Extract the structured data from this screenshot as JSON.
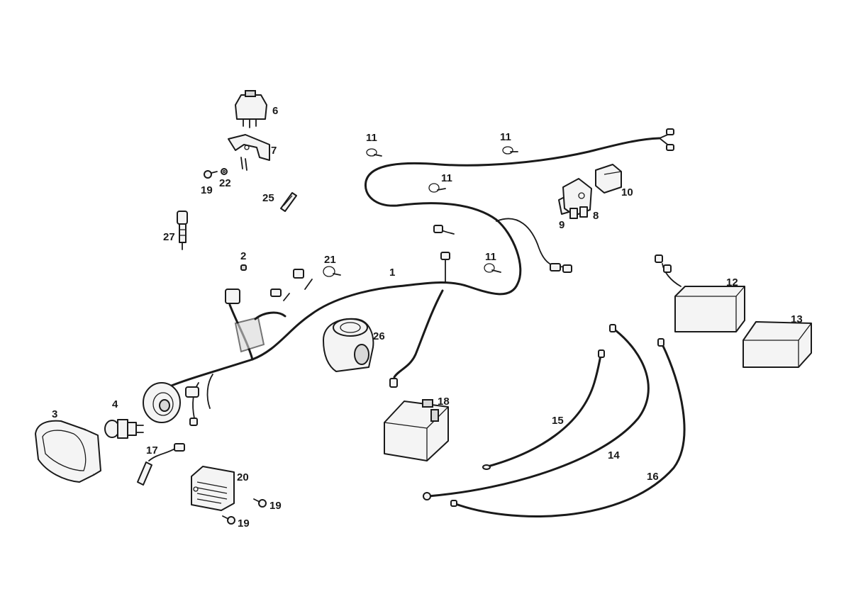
{
  "callouts": [
    {
      "id": "p1",
      "label": "1"
    },
    {
      "id": "p2",
      "label": "2"
    },
    {
      "id": "p3",
      "label": "3"
    },
    {
      "id": "p4",
      "label": "4"
    },
    {
      "id": "p6",
      "label": "6"
    },
    {
      "id": "p7",
      "label": "7"
    },
    {
      "id": "p8",
      "label": "8"
    },
    {
      "id": "p9",
      "label": "9"
    },
    {
      "id": "p10",
      "label": "10"
    },
    {
      "id": "p11a",
      "label": "11"
    },
    {
      "id": "p11b",
      "label": "11"
    },
    {
      "id": "p11c",
      "label": "11"
    },
    {
      "id": "p11d",
      "label": "11"
    },
    {
      "id": "p12",
      "label": "12"
    },
    {
      "id": "p13",
      "label": "13"
    },
    {
      "id": "p14",
      "label": "14"
    },
    {
      "id": "p15",
      "label": "15"
    },
    {
      "id": "p16",
      "label": "16"
    },
    {
      "id": "p17",
      "label": "17"
    },
    {
      "id": "p18",
      "label": "18"
    },
    {
      "id": "p19a",
      "label": "19"
    },
    {
      "id": "p19b",
      "label": "19"
    },
    {
      "id": "p19c",
      "label": "19"
    },
    {
      "id": "p20",
      "label": "20"
    },
    {
      "id": "p21",
      "label": "21"
    },
    {
      "id": "p22",
      "label": "22"
    },
    {
      "id": "p25",
      "label": "25"
    },
    {
      "id": "p26",
      "label": "26"
    },
    {
      "id": "p27",
      "label": "27"
    }
  ]
}
